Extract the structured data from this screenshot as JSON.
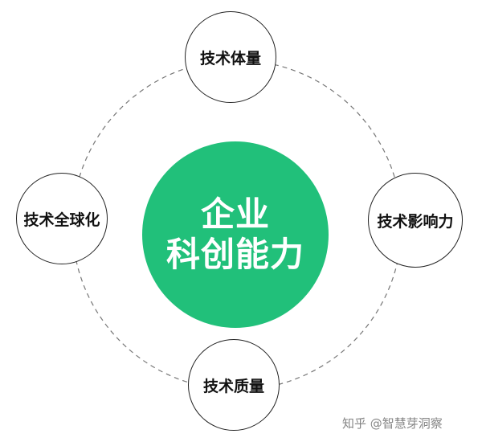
{
  "center": {
    "line1": "企业",
    "line2": "科创能力",
    "color": "#21C07A"
  },
  "nodes": {
    "top": "技术体量",
    "left": "技术全球化",
    "right": "技术影响力",
    "bottom": "技术质量"
  },
  "ring": {
    "style": "dashed",
    "color": "#777777"
  },
  "watermark": "知乎 @智慧芽洞察"
}
